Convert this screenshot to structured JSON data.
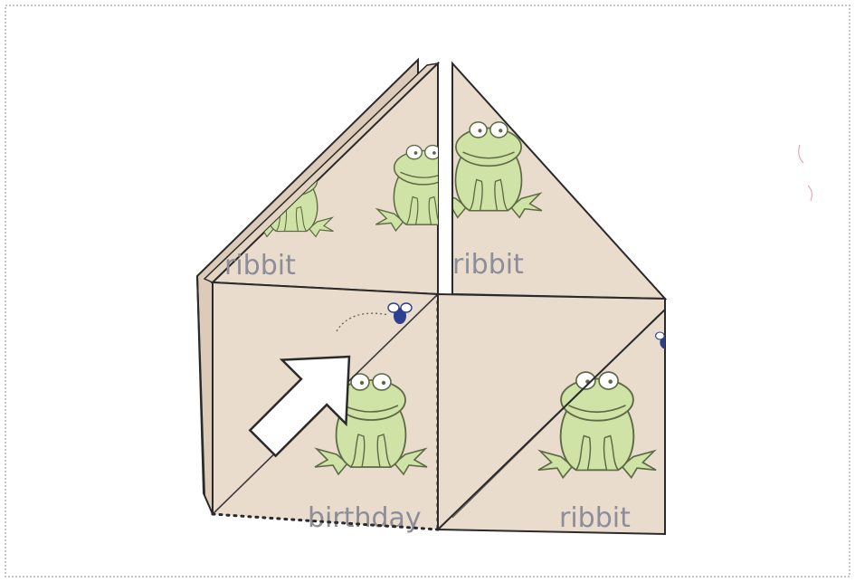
{
  "diagram": {
    "panel_labels": {
      "upper_left": "ribbit",
      "upper_right": "ribbit",
      "lower_left": "birthday",
      "lower_right": "ribbit"
    },
    "colors": {
      "paper": "#eadccd",
      "paper_shadow": "#dccbb8",
      "frog_fill": "#cfe3a6",
      "frog_outline": "#5d6a45",
      "fly": "#2e3f8f",
      "fold_line": "#2a2a2a",
      "arrow_fill": "#ffffff",
      "label": "#8d8d99",
      "border": "#c9c3d6"
    },
    "icons": [
      "frog-icon",
      "fly-icon",
      "fold-arrow-icon"
    ]
  }
}
